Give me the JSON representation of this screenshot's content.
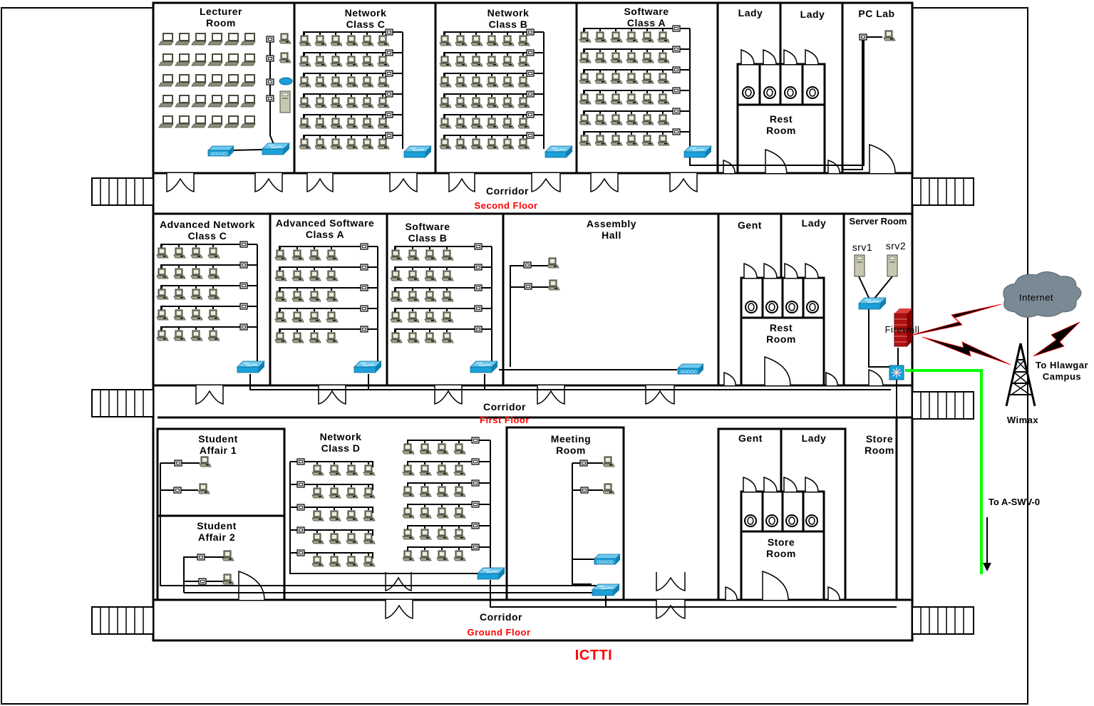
{
  "title": "ICTTI",
  "colors": {
    "wall": "#000000",
    "floor_label": "#ff0000",
    "uplink": "#00ff00",
    "switch": "#1ba0d8",
    "pc": "#8c8c78",
    "cloud": "#7a8a94",
    "firewall": "#b01010"
  },
  "floors": [
    {
      "name": "Second Floor",
      "corridor": "Corridor"
    },
    {
      "name": "First Floor",
      "corridor": "Corridor"
    },
    {
      "name": "Ground Floor",
      "corridor": "Corridor"
    }
  ],
  "second_floor": {
    "rooms": [
      {
        "name": "Lecturer\nRoom",
        "laptops_rows": 5,
        "laptops_cols": 6,
        "devices": [
          "pc",
          "pc",
          "ip-phone",
          "server"
        ],
        "switch": "multilayer-switch",
        "hub": "hub"
      },
      {
        "name": "Network\nClass C",
        "pc_rows": 6,
        "pc_cols": 6
      },
      {
        "name": "Network\nClass B",
        "pc_rows": 6,
        "pc_cols": 6
      },
      {
        "name": "Software\nClass A",
        "pc_rows": 6,
        "pc_cols": 6
      },
      {
        "name": "Lady"
      },
      {
        "name": "Lady"
      },
      {
        "name": "Rest\nRoom"
      },
      {
        "name": "PC Lab",
        "pc_count": 1
      }
    ]
  },
  "first_floor": {
    "rooms": [
      {
        "name": "Advanced Network\nClass C",
        "pc_rows": 5,
        "pc_cols": 4
      },
      {
        "name": "Advanced Software\nClass A",
        "pc_rows": 5,
        "pc_cols": 4
      },
      {
        "name": "Software\nClass B",
        "pc_rows": 5,
        "pc_cols": 4
      },
      {
        "name": "Assembly\nHall",
        "pc_count": 2
      },
      {
        "name": "Gent"
      },
      {
        "name": "Lady"
      },
      {
        "name": "Rest\nRoom"
      },
      {
        "name": "Server Room",
        "servers": [
          "srv1",
          "srv2"
        ],
        "firewall": "Firewall"
      }
    ]
  },
  "ground_floor": {
    "rooms": [
      {
        "name": "Student\nAffair 1",
        "pc_count": 2
      },
      {
        "name": "Student\nAffair 2",
        "pc_count": 2
      },
      {
        "name": "Network\nClass D",
        "pc_rows": 11,
        "pc_cols": 4
      },
      {
        "name": "Meeting\nRoom",
        "pc_count": 2
      },
      {
        "name": "Gent"
      },
      {
        "name": "Lady"
      },
      {
        "name": "Store\nRoom"
      },
      {
        "name": "Store\nRoom"
      }
    ]
  },
  "external": {
    "internet": "Internet",
    "wimax": "Wimax",
    "campus": "To Hlawgar\nCampus",
    "uplink": "To A-SWV-0"
  }
}
